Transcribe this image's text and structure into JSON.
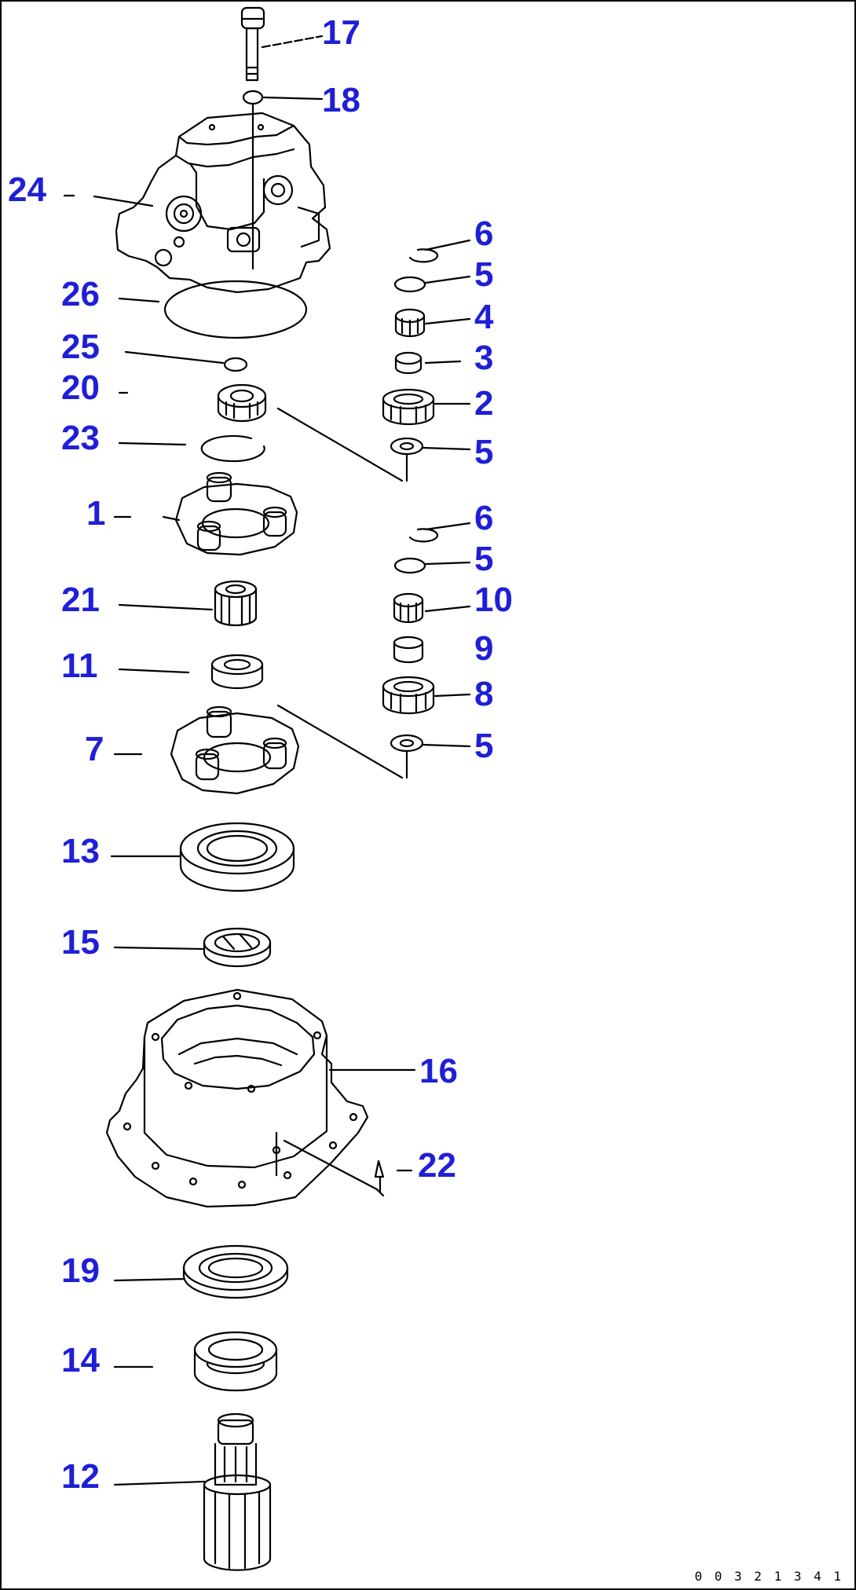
{
  "diagram": {
    "type": "exploded-parts-diagram",
    "label_color": "#1f1fd6",
    "line_color": "#000000",
    "callouts": [
      {
        "id": "17"
      },
      {
        "id": "18"
      },
      {
        "id": "24"
      },
      {
        "id": "26"
      },
      {
        "id": "25"
      },
      {
        "id": "20"
      },
      {
        "id": "23"
      },
      {
        "id": "1"
      },
      {
        "id": "21"
      },
      {
        "id": "11"
      },
      {
        "id": "7"
      },
      {
        "id": "13"
      },
      {
        "id": "15"
      },
      {
        "id": "16"
      },
      {
        "id": "22"
      },
      {
        "id": "19"
      },
      {
        "id": "14"
      },
      {
        "id": "12"
      },
      {
        "id": "6"
      },
      {
        "id": "5"
      },
      {
        "id": "4"
      },
      {
        "id": "3"
      },
      {
        "id": "2"
      },
      {
        "id": "5"
      },
      {
        "id": "6"
      },
      {
        "id": "5"
      },
      {
        "id": "10"
      },
      {
        "id": "9"
      },
      {
        "id": "8"
      },
      {
        "id": "5"
      }
    ],
    "footer_code": "0 0 3 2 1 3 4 1"
  }
}
